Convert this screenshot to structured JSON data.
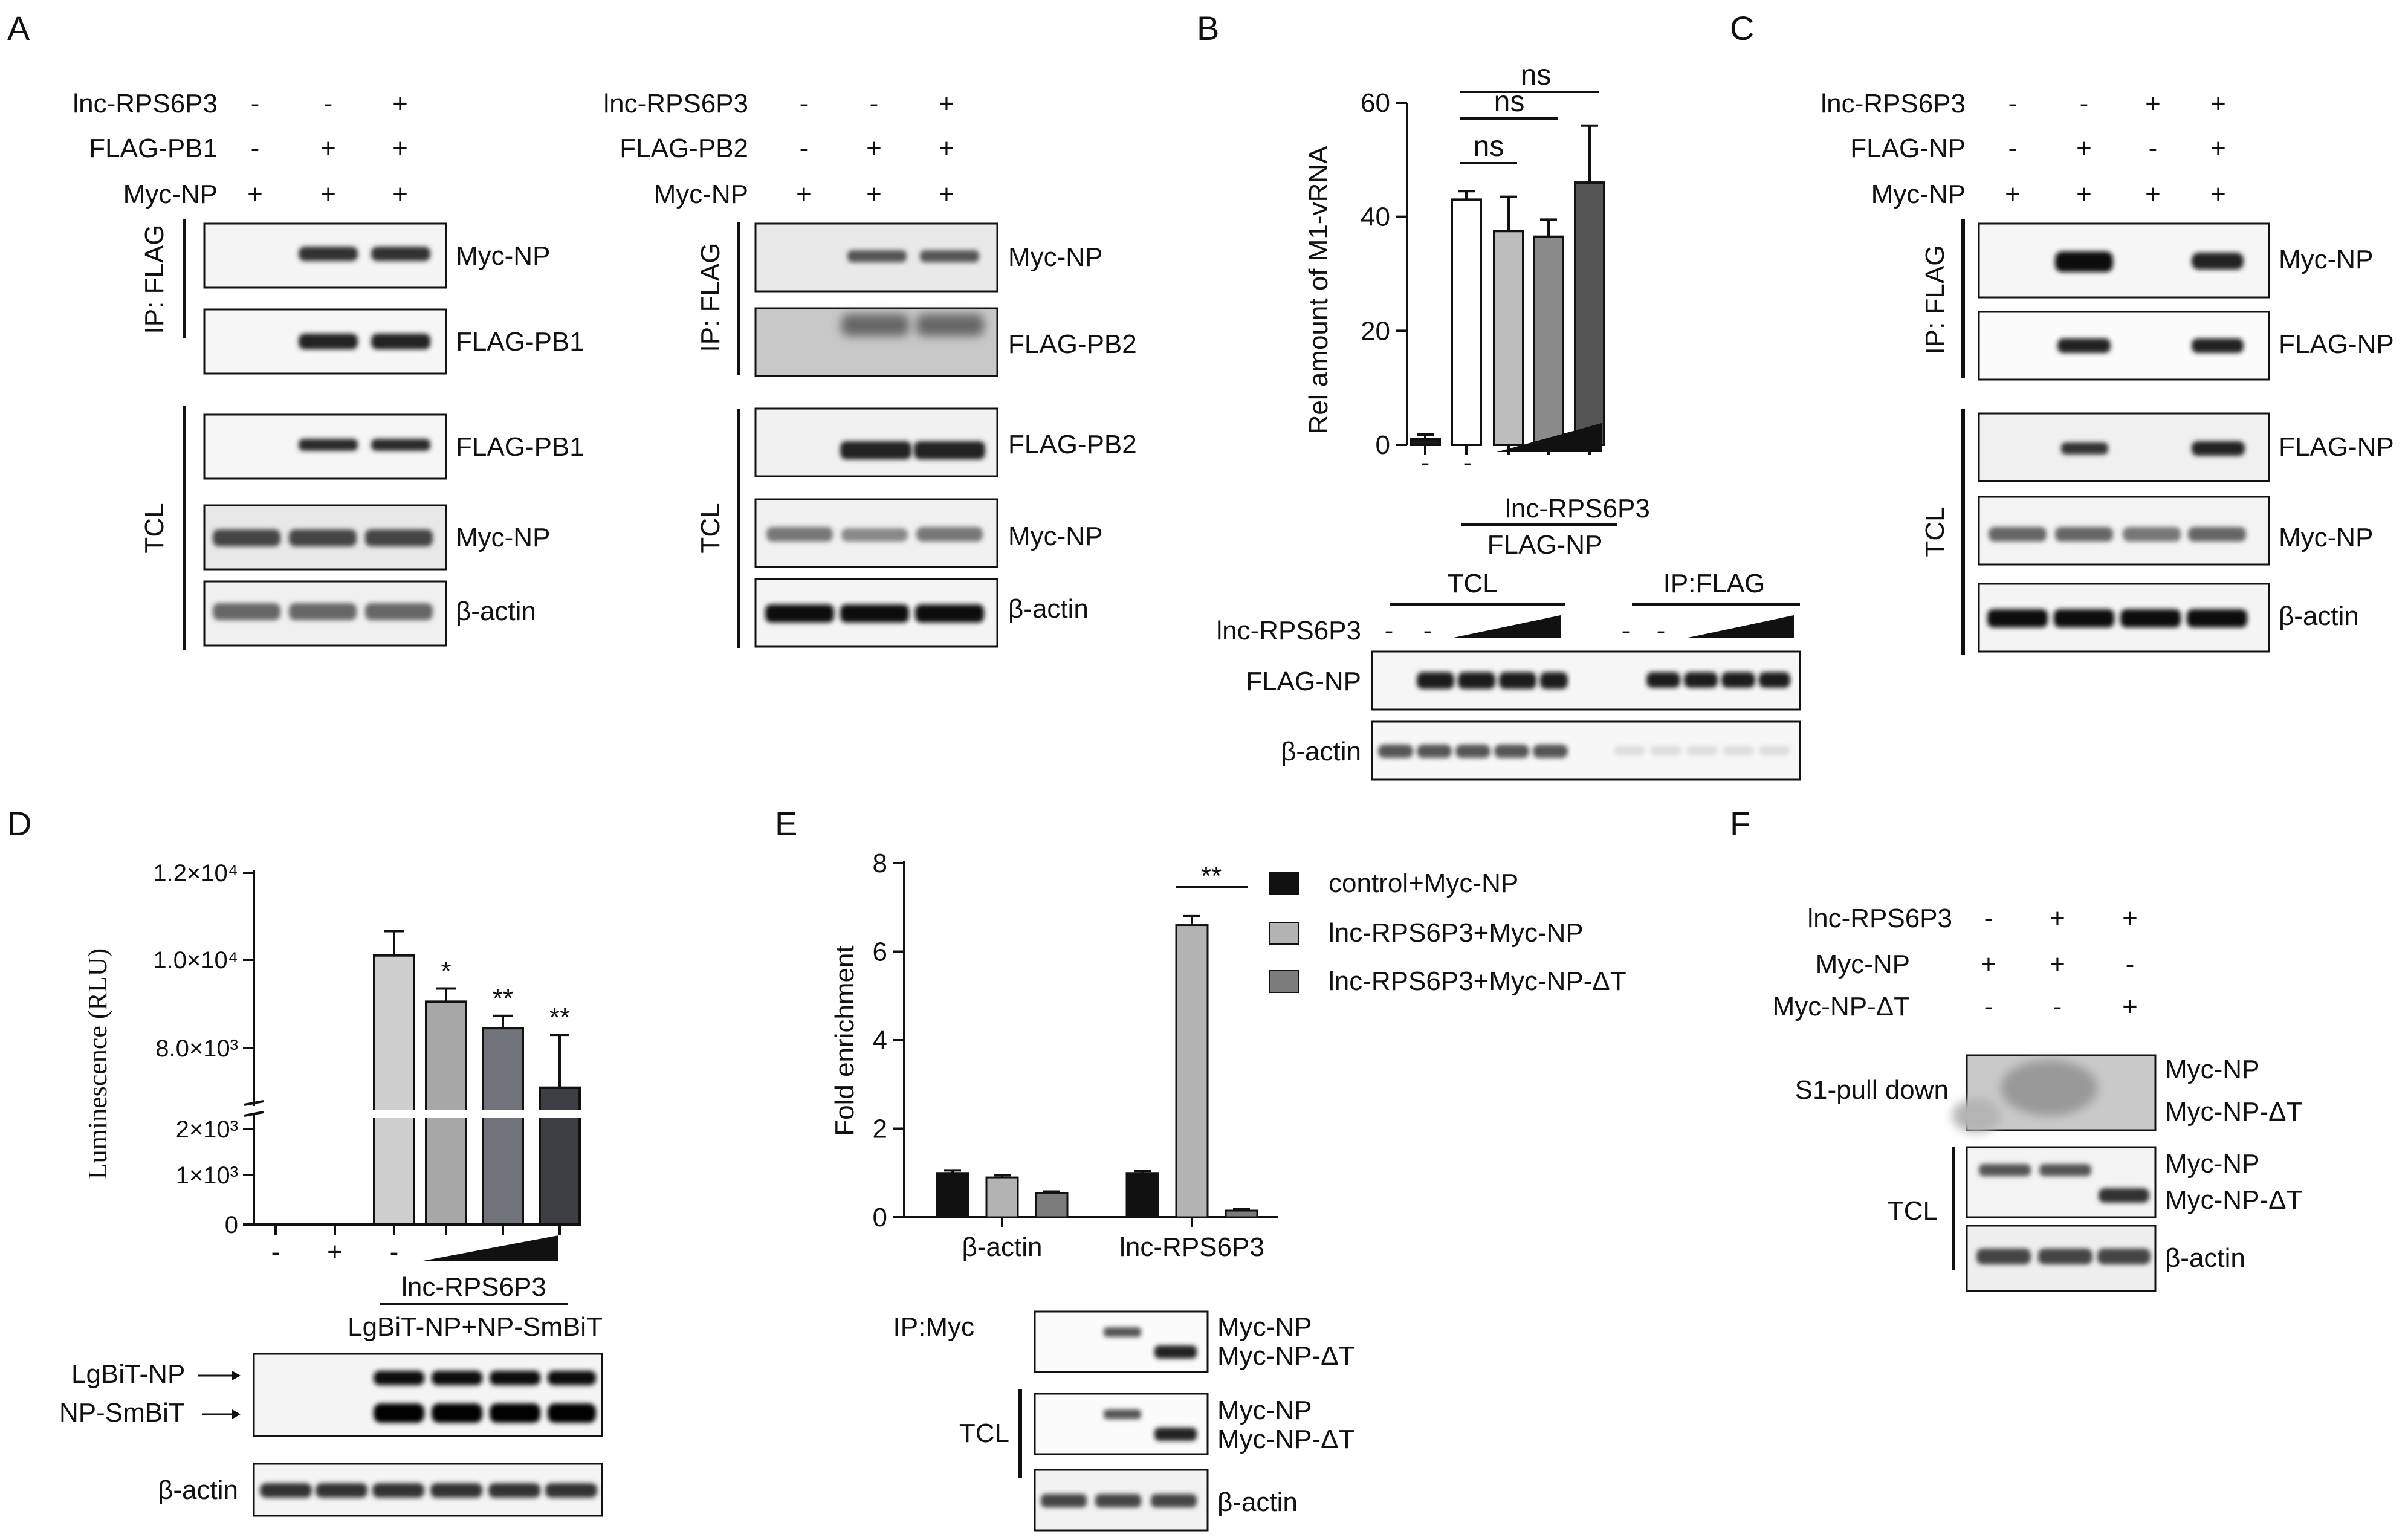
{
  "panels": {
    "A": {
      "letter": "A",
      "left": {
        "row_labels": [
          "lnc-RPS6P3",
          "FLAG-PB1",
          "Myc-NP"
        ],
        "signs": [
          [
            "-",
            "-",
            "+"
          ],
          [
            "-",
            "+",
            "+"
          ],
          [
            "+",
            "+",
            "+"
          ]
        ],
        "ip_label": "IP: FLAG",
        "tcl_label": "TCL",
        "blot_labels": [
          "Myc-NP",
          "FLAG-PB1",
          "FLAG-PB1",
          "Myc-NP",
          "β-actin"
        ]
      },
      "right": {
        "row_labels": [
          "lnc-RPS6P3",
          "FLAG-PB2",
          "Myc-NP"
        ],
        "signs": [
          [
            "-",
            "-",
            "+"
          ],
          [
            "-",
            "+",
            "+"
          ],
          [
            "+",
            "+",
            "+"
          ]
        ],
        "ip_label": "IP: FLAG",
        "tcl_label": "TCL",
        "blot_labels": [
          "Myc-NP",
          "FLAG-PB2",
          "FLAG-PB2",
          "Myc-NP",
          "β-actin"
        ]
      }
    },
    "B": {
      "letter": "B",
      "chart_data": {
        "type": "bar",
        "ylabel": "Rel amount of M1-vRNA",
        "ylim": [
          0,
          60
        ],
        "yticks": [
          0,
          20,
          40,
          60
        ],
        "x_signs": [
          "-",
          "-"
        ],
        "values": [
          1,
          43,
          37.5,
          36.5,
          46
        ],
        "errors": [
          0.8,
          1.5,
          6,
          3,
          10
        ],
        "bar_colors": [
          "#1a1a1a",
          "#ffffff",
          "#bdbdbd",
          "#8a8a8a",
          "#555555"
        ],
        "significance": [
          "ns",
          "ns",
          "ns"
        ],
        "group_labels": [
          "lnc-RPS6P3",
          "FLAG-NP"
        ]
      },
      "blot": {
        "tcl_label": "TCL",
        "ip_label": "IP:FLAG",
        "row_label": "lnc-RPS6P3",
        "signs": [
          "-",
          "-",
          "-",
          "-"
        ],
        "blot_labels": [
          "FLAG-NP",
          "β-actin"
        ]
      }
    },
    "C": {
      "letter": "C",
      "row_labels": [
        "lnc-RPS6P3",
        "FLAG-NP",
        "Myc-NP"
      ],
      "signs": [
        [
          "-",
          "-",
          "+",
          "+"
        ],
        [
          "-",
          "+",
          "-",
          "+"
        ],
        [
          "+",
          "+",
          "+",
          "+"
        ]
      ],
      "ip_label": "IP: FLAG",
      "tcl_label": "TCL",
      "blot_labels": [
        "Myc-NP",
        "FLAG-NP",
        "FLAG-NP",
        "Myc-NP",
        "β-actin"
      ]
    },
    "D": {
      "letter": "D",
      "chart_data": {
        "type": "bar",
        "ylabel": "Luminescence (RLU)",
        "yticks": [
          "1.2×10⁴",
          "1.0×10⁴",
          "8.0×10³",
          "2×10³",
          "1×10³",
          "0"
        ],
        "x_signs": [
          "-",
          "+",
          "-"
        ],
        "values": [
          0,
          0,
          10100,
          9050,
          8450,
          7100
        ],
        "errors": [
          0,
          0,
          550,
          300,
          280,
          1200
        ],
        "bar_colors": [
          "#cfcfcf",
          "#cfcfcf",
          "#cfcfcf",
          "#a7a7a7",
          "#70737a",
          "#3d3f45"
        ],
        "significance": [
          "",
          "",
          "",
          "*",
          "**",
          "**"
        ],
        "group_labels": [
          "lnc-RPS6P3",
          "LgBiT-NP+NP-SmBiT"
        ]
      },
      "blot": {
        "band_labels": [
          "LgBiT-NP",
          "NP-SmBiT"
        ],
        "actin_label": "β-actin"
      }
    },
    "E": {
      "letter": "E",
      "chart_data": {
        "type": "bar",
        "ylabel": "Fold enrichment",
        "ylim": [
          0,
          8
        ],
        "yticks": [
          0,
          2,
          4,
          6,
          8
        ],
        "categories": [
          "β-actin",
          "lnc-RPS6P3"
        ],
        "series": [
          {
            "name": "control+Myc-NP",
            "color": "#111111",
            "values": [
              1.0,
              1.0
            ],
            "errors": [
              0.06,
              0.05
            ]
          },
          {
            "name": "lnc-RPS6P3+Myc-NP",
            "color": "#b3b3b3",
            "values": [
              0.9,
              6.6
            ],
            "errors": [
              0.05,
              0.2
            ]
          },
          {
            "name": "lnc-RPS6P3+Myc-NP-ΔT",
            "color": "#7c7c7c",
            "values": [
              0.55,
              0.15
            ],
            "errors": [
              0.03,
              0.03
            ]
          }
        ],
        "significance": "**"
      },
      "blot": {
        "ip_label": "IP:Myc",
        "tcl_label": "TCL",
        "labels": [
          "Myc-NP",
          "Myc-NP-ΔT",
          "Myc-NP",
          "Myc-NP-ΔT",
          "β-actin"
        ]
      }
    },
    "F": {
      "letter": "F",
      "row_labels": [
        "lnc-RPS6P3",
        "Myc-NP",
        "Myc-NP-ΔT"
      ],
      "signs": [
        [
          "-",
          "+",
          "+"
        ],
        [
          "+",
          "+",
          "-"
        ],
        [
          "-",
          "-",
          "+"
        ]
      ],
      "pull_label": "S1-pull down",
      "tcl_label": "TCL",
      "blot_labels": [
        "Myc-NP",
        "Myc-NP-ΔT",
        "Myc-NP",
        "Myc-NP-ΔT",
        "β-actin"
      ]
    }
  }
}
